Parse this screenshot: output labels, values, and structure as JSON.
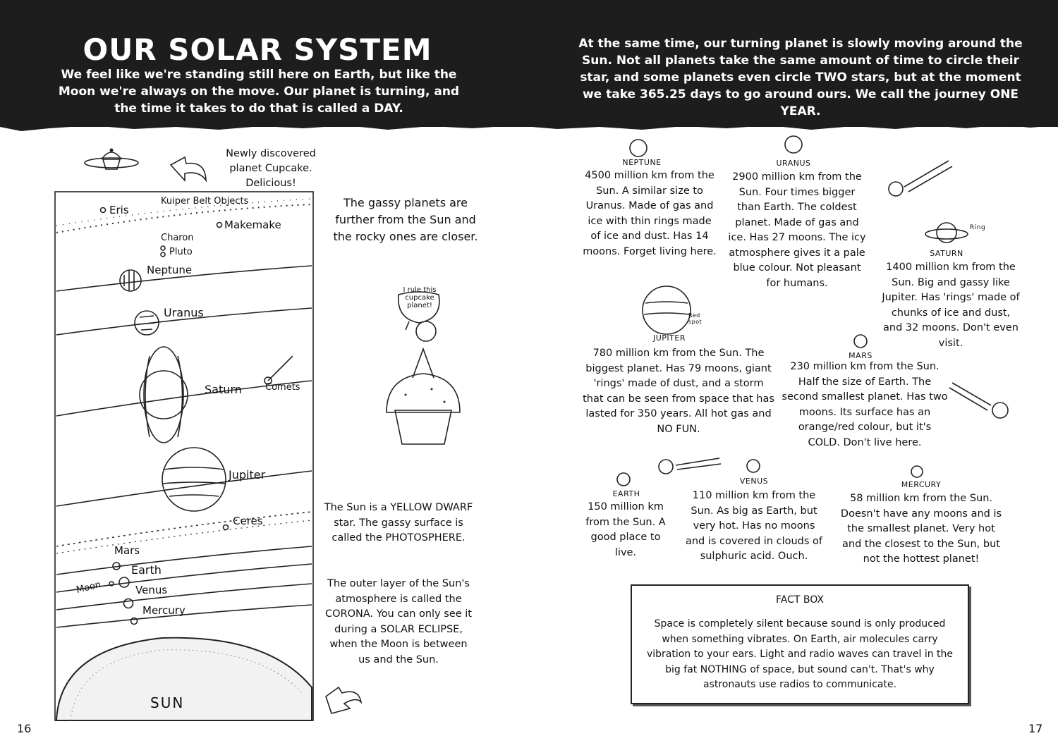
{
  "header": {
    "title": "OUR SOLAR SYSTEM",
    "left_intro": "We feel like we're standing still here on Earth, but like the Moon we're always on the move. Our planet is turning, and the time it takes to do that is called a DAY.",
    "right_intro": "At the same time, our turning planet is slowly moving around the Sun. Not all planets take the same amount of time to circle their star, and some planets even circle TWO stars, but at the moment we take 365.25 days to go around ours. We call the journey ONE YEAR."
  },
  "diagram": {
    "cupcake_note": "Newly discovered planet Cupcake. Delicious!",
    "labels": {
      "eris": "Eris",
      "kuiper": "Kuiper Belt Objects",
      "makemake": "Makemake",
      "charon": "Charon",
      "pluto": "Pluto",
      "neptune": "Neptune",
      "uranus": "Uranus",
      "saturn": "Saturn",
      "comets": "Comets",
      "jupiter": "Jupiter",
      "ceres": "Ceres",
      "mars": "Mars",
      "earth": "Earth",
      "moon": "Moon",
      "venus": "Venus",
      "mercury": "Mercury",
      "sun": "SUN"
    }
  },
  "notes": {
    "gassy": "The gassy planets are further from the Sun and the rocky ones are closer.",
    "speech": "I rule this cupcake planet!",
    "sun_star": "The Sun is a YELLOW DWARF star. The gassy surface is called the PHOTOSPHERE.",
    "corona": "The outer layer of the Sun's atmosphere is called the CORONA. You can only see it during a SOLAR ECLIPSE, when the Moon is between us and the Sun."
  },
  "planets": {
    "neptune": {
      "name": "NEPTUNE",
      "text": "4500 million km from the Sun. A similar size to Uranus. Made of gas and ice with thin rings made of ice and dust. Has 14 moons. Forget living here."
    },
    "uranus": {
      "name": "URANUS",
      "text": "2900 million km from the Sun. Four times bigger than Earth. The coldest planet. Made of gas and ice. Has 27 moons. The icy atmosphere gives it a pale blue colour. Not pleasant for humans."
    },
    "saturn": {
      "name": "SATURN",
      "ring_label": "Ring",
      "text": "1400 million km from the Sun. Big and gassy like Jupiter. Has 'rings' made of chunks of ice and dust, and 32 moons. Don't even visit."
    },
    "jupiter": {
      "name": "JUPITER",
      "spot_label": "Red spot",
      "text": "780 million km from the Sun. The biggest planet. Has 79 moons, giant 'rings' made of dust, and a storm that can be seen from space that has lasted for 350 years. All hot gas and NO FUN."
    },
    "mars": {
      "name": "MARS",
      "text": "230 million km from the Sun. Half the size of Earth. The second smallest planet. Has two moons. Its surface has an orange/red colour, but it's COLD. Don't live here."
    },
    "earth": {
      "name": "EARTH",
      "text": "150 million km from the Sun. A good place to live."
    },
    "venus": {
      "name": "VENUS",
      "text": "110 million km from the Sun. As big as Earth, but very hot. Has no moons and is covered in clouds of sulphuric acid. Ouch."
    },
    "mercury": {
      "name": "MERCURY",
      "text": "58 million km from the Sun. Doesn't have any moons and is the smallest planet. Very hot and the closest to the Sun, but not the hottest planet!"
    }
  },
  "fact_box": {
    "title": "FACT BOX",
    "body": "Space is completely silent because sound is only produced when something vibrates. On Earth, air molecules carry vibration to your ears. Light and radio waves can travel in the big fat NOTHING of space, but sound can't. That's why astronauts use radios to communicate."
  },
  "page_numbers": {
    "left": "16",
    "right": "17"
  }
}
